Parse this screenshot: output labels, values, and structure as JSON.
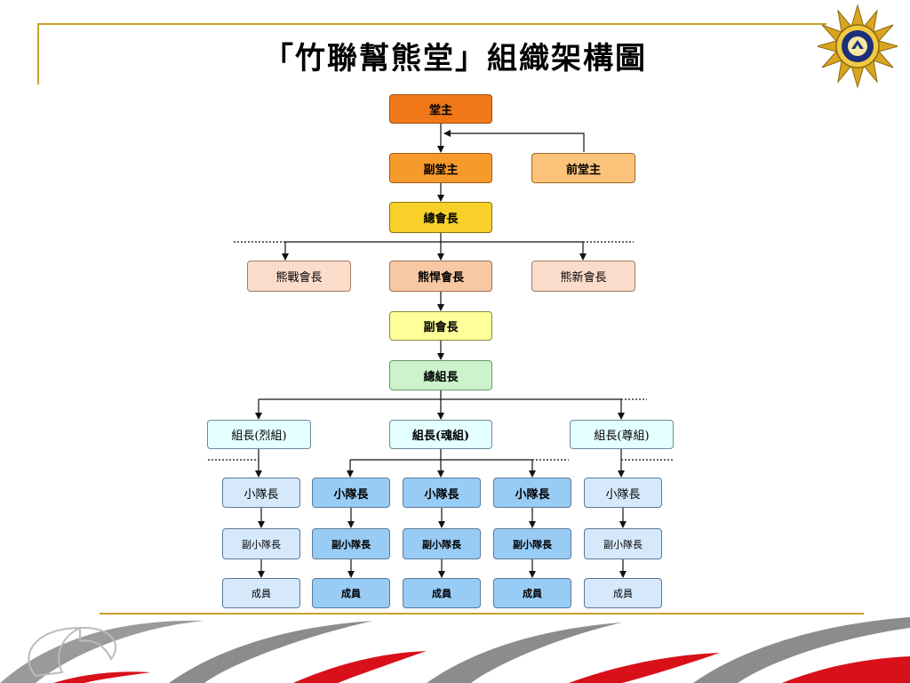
{
  "title": "「竹聯幫熊堂」組織架構圖",
  "chart": {
    "level1": "堂主",
    "level2_left": "副堂主",
    "level2_right": "前堂主",
    "level3": "總會長",
    "level4": [
      "熊戰會長",
      "熊悍會長",
      "熊新會長"
    ],
    "level5": "副會長",
    "level6": "總組長",
    "level7": [
      "組長(烈組)",
      "組長(魂組)",
      "組長(尊組)"
    ],
    "squad_leaders": [
      "小隊長",
      "小隊長",
      "小隊長",
      "小隊長",
      "小隊長"
    ],
    "deputy_squad_leaders": [
      "副小隊長",
      "副小隊長",
      "副小隊長",
      "副小隊長",
      "副小隊長"
    ],
    "members": [
      "成員",
      "成員",
      "成員",
      "成員",
      "成員"
    ]
  },
  "colors": {
    "gold_line": "#c8a02c",
    "orange_dark": "#f07818",
    "orange": "#f79a2c",
    "orange_light": "#fbc27a",
    "yellow": "#f7d02a",
    "peach": "#fbdccb",
    "peach_mid": "#f8c8a4",
    "light_yellow": "#ffff99",
    "light_green": "#ccf3cc",
    "light_cyan": "#e4ffff",
    "blue_light": "#d6e9fb",
    "blue_mid": "#99ccf5",
    "footer_red": "#d8101a",
    "footer_gray": "#8c8c8c"
  }
}
